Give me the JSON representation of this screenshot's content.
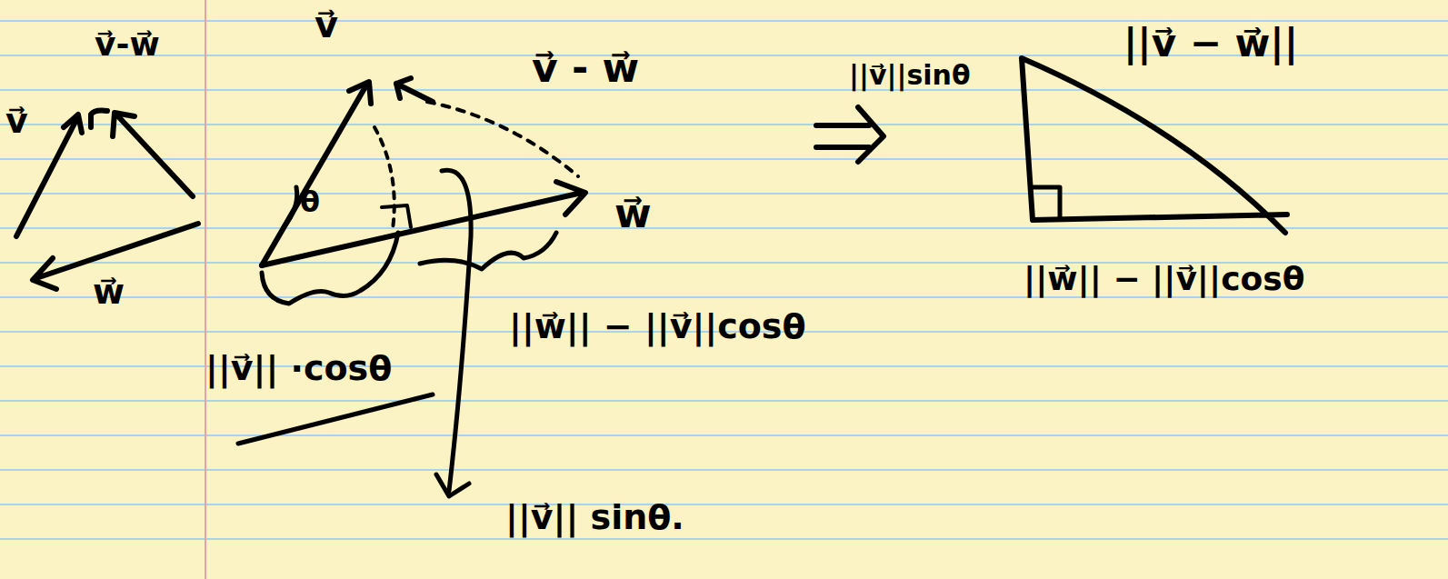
{
  "diagram": {
    "labels": [
      "v⃗-w⃗",
      "v⃗",
      "w⃗",
      "v⃗",
      "v⃗ - w⃗",
      "θ",
      "w⃗",
      "||v⃗|| ·cosθ",
      "||w⃗|| − ||v⃗||cosθ",
      "||v⃗|| sinθ.",
      "||v⃗||sinθ",
      "||v⃗ − w⃗||",
      "||w⃗|| − ||v⃗||cosθ"
    ]
  }
}
